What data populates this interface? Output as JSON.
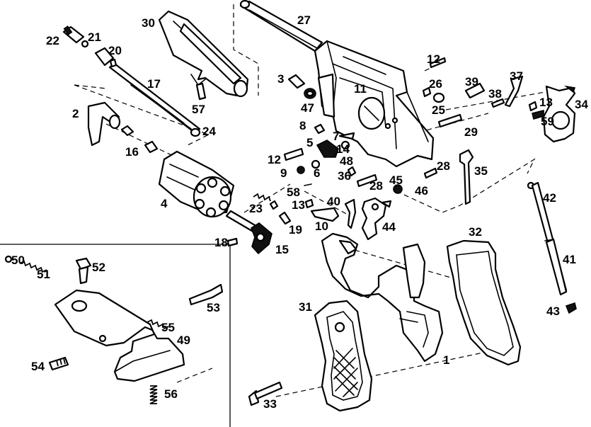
{
  "colors": {
    "ink": "#000000",
    "paper": "#ffffff"
  },
  "part_numbers": [
    {
      "id": "1",
      "label": "1"
    },
    {
      "id": "2",
      "label": "2"
    },
    {
      "id": "3",
      "label": "3"
    },
    {
      "id": "4",
      "label": "4"
    },
    {
      "id": "5",
      "label": "5"
    },
    {
      "id": "6",
      "label": "6"
    },
    {
      "id": "7",
      "label": "7"
    },
    {
      "id": "8",
      "label": "8"
    },
    {
      "id": "9",
      "label": "9"
    },
    {
      "id": "10",
      "label": "10"
    },
    {
      "id": "11",
      "label": "11"
    },
    {
      "id": "12a",
      "label": "12"
    },
    {
      "id": "12b",
      "label": "12"
    },
    {
      "id": "13a",
      "label": "13"
    },
    {
      "id": "13b",
      "label": "13"
    },
    {
      "id": "14",
      "label": "14"
    },
    {
      "id": "15",
      "label": "15"
    },
    {
      "id": "16",
      "label": "16"
    },
    {
      "id": "17",
      "label": "17"
    },
    {
      "id": "18",
      "label": "18"
    },
    {
      "id": "19",
      "label": "19"
    },
    {
      "id": "20",
      "label": "20"
    },
    {
      "id": "21",
      "label": "21"
    },
    {
      "id": "22",
      "label": "22"
    },
    {
      "id": "23",
      "label": "23"
    },
    {
      "id": "24",
      "label": "24"
    },
    {
      "id": "25",
      "label": "25"
    },
    {
      "id": "26",
      "label": "26"
    },
    {
      "id": "27",
      "label": "27"
    },
    {
      "id": "28a",
      "label": "28"
    },
    {
      "id": "28b",
      "label": "28"
    },
    {
      "id": "29",
      "label": "29"
    },
    {
      "id": "30",
      "label": "30"
    },
    {
      "id": "31",
      "label": "31"
    },
    {
      "id": "32",
      "label": "32"
    },
    {
      "id": "33",
      "label": "33"
    },
    {
      "id": "34",
      "label": "34"
    },
    {
      "id": "35",
      "label": "35"
    },
    {
      "id": "36",
      "label": "36"
    },
    {
      "id": "37",
      "label": "37"
    },
    {
      "id": "38",
      "label": "38"
    },
    {
      "id": "39",
      "label": "39"
    },
    {
      "id": "40",
      "label": "40"
    },
    {
      "id": "41",
      "label": "41"
    },
    {
      "id": "42",
      "label": "42"
    },
    {
      "id": "43",
      "label": "43"
    },
    {
      "id": "44",
      "label": "44"
    },
    {
      "id": "45",
      "label": "45"
    },
    {
      "id": "46",
      "label": "46"
    },
    {
      "id": "47",
      "label": "47"
    },
    {
      "id": "48",
      "label": "48"
    },
    {
      "id": "49",
      "label": "49"
    },
    {
      "id": "50",
      "label": "50"
    },
    {
      "id": "51",
      "label": "51"
    },
    {
      "id": "52",
      "label": "52"
    },
    {
      "id": "53",
      "label": "53"
    },
    {
      "id": "54",
      "label": "54"
    },
    {
      "id": "55",
      "label": "55"
    },
    {
      "id": "56",
      "label": "56"
    },
    {
      "id": "57",
      "label": "57"
    },
    {
      "id": "58",
      "label": "58"
    },
    {
      "id": "59",
      "label": "59"
    }
  ]
}
